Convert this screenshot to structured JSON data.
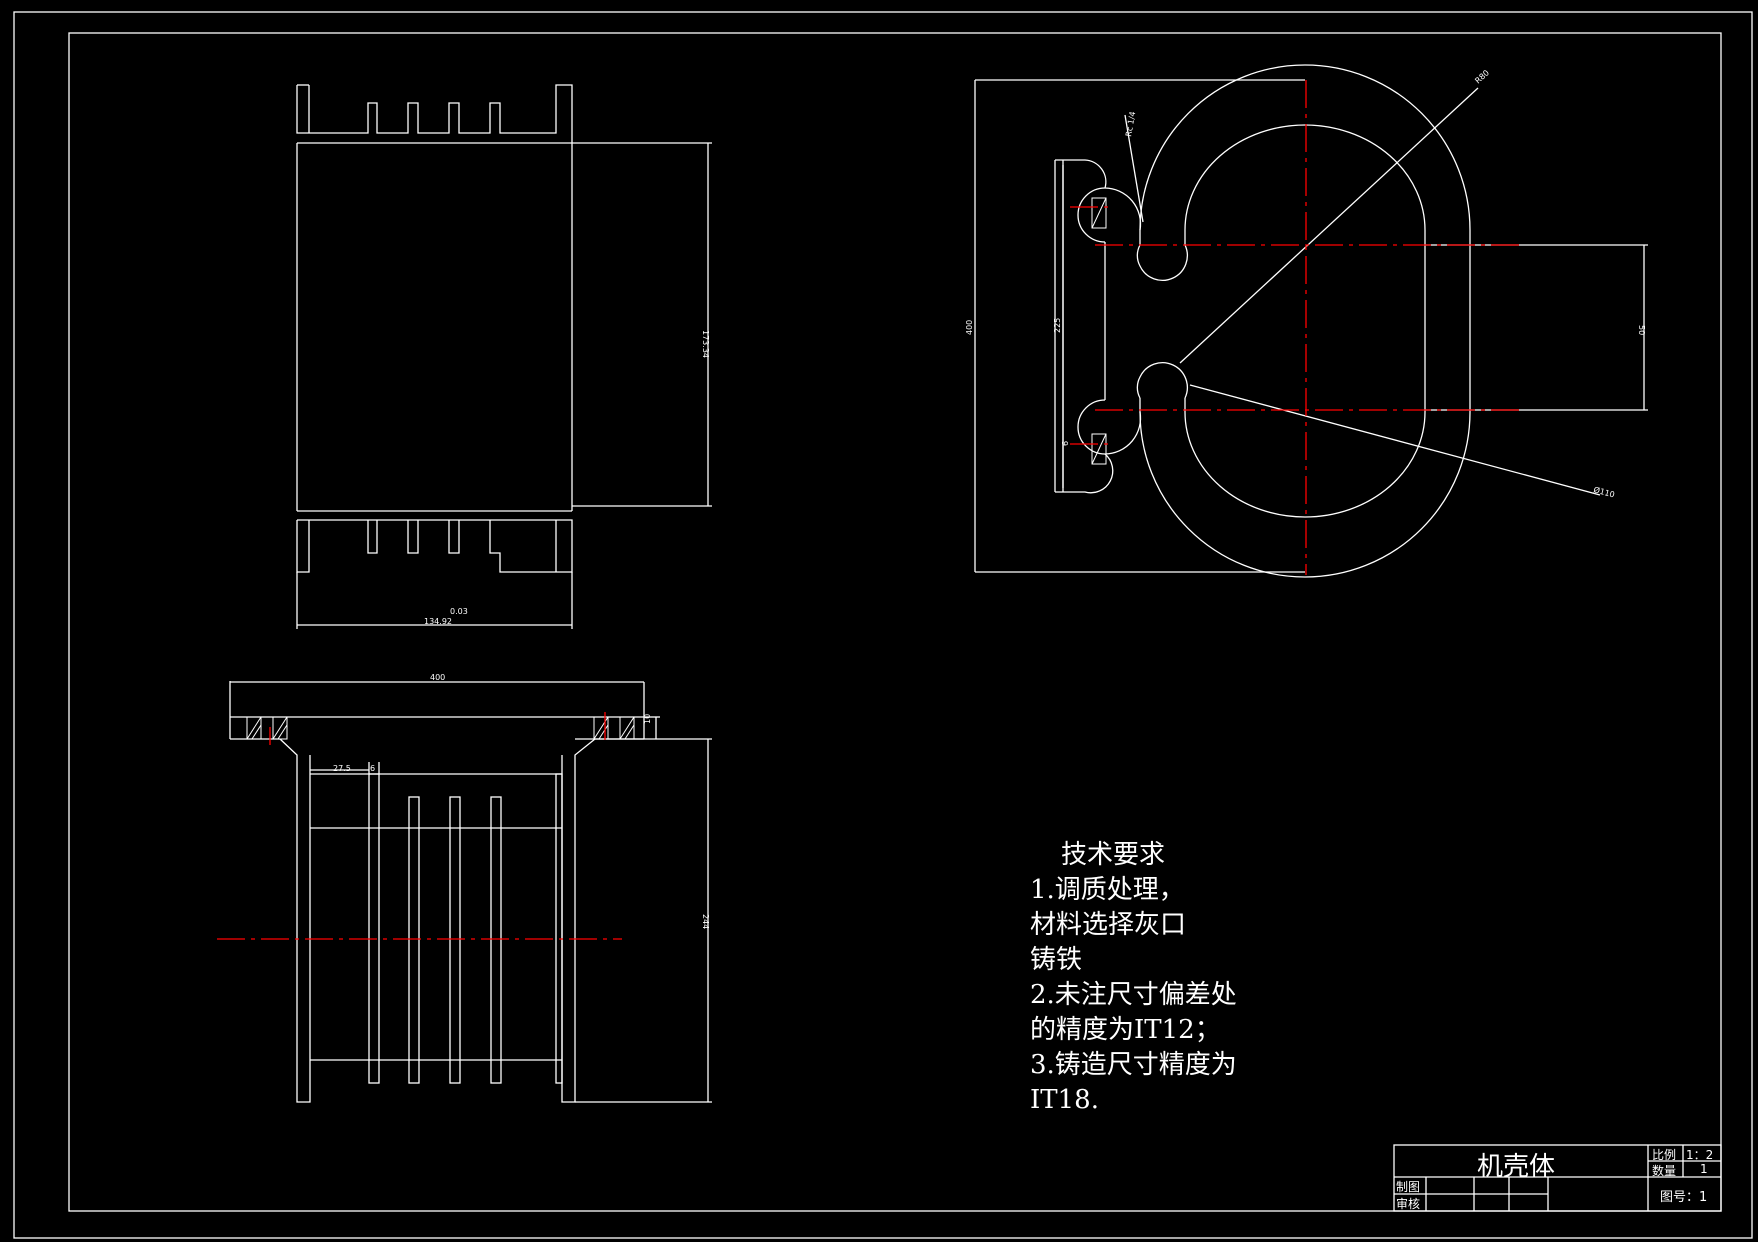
{
  "drawing": {
    "title": "机壳体",
    "scale_label": "比例",
    "scale_value": "1：2",
    "quantity_label": "数量",
    "quantity_value": "1",
    "drafted_label": "制图",
    "checked_label": "审核",
    "drawing_no": "图号：1"
  },
  "technical_requirements": {
    "heading": "技术要求",
    "lines": [
      "1.调质处理，",
      "材料选择灰口",
      "铸铁",
      "2.未注尺寸偏差处",
      "的精度为IT12；",
      "3.铸造尺寸精度为",
      "IT18."
    ]
  },
  "dimensions": {
    "front_height": "173.34",
    "front_width": "134.92",
    "front_tol": "0.03",
    "section_width": "400",
    "section_flange": "10",
    "section_height": "244",
    "section_pitch": "27.5",
    "section_gap": "6",
    "side_height": "400",
    "side_inner": "225",
    "side_bore": "50",
    "side_small": "6",
    "side_radius": "R80",
    "side_outer_dia": "Ø110",
    "side_leader": "Rc 1/4"
  },
  "colors": {
    "background": "#000000",
    "line": "#ffffff",
    "centerline": "#ff0000"
  }
}
